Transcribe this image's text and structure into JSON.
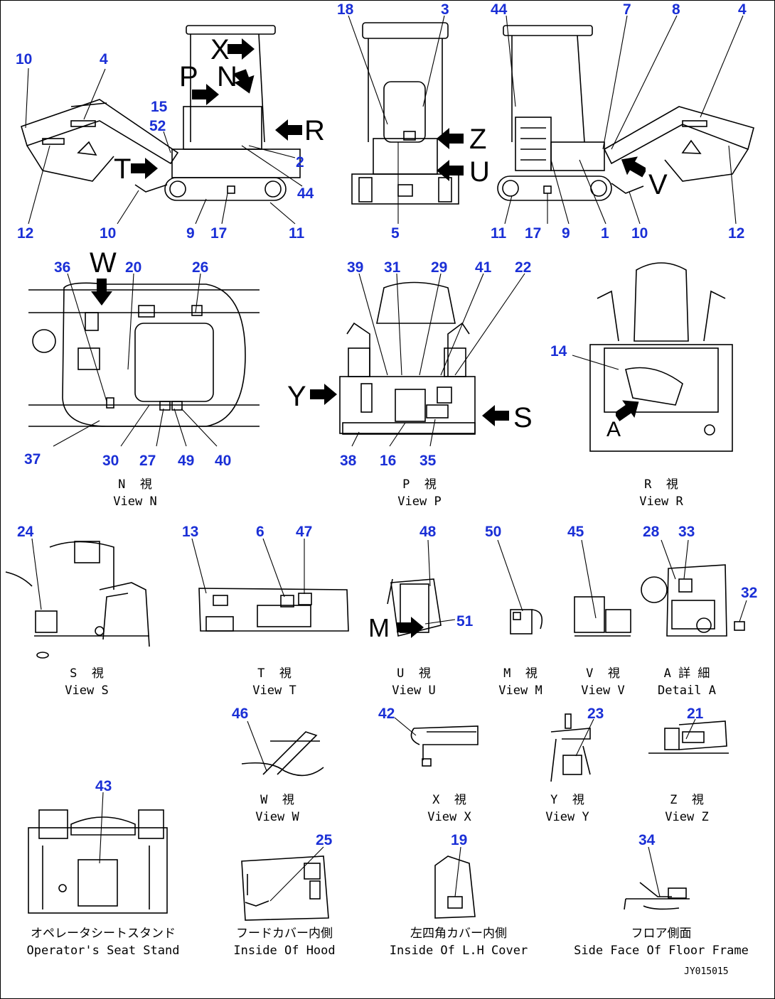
{
  "drawing_code": "JY015015",
  "letters": {
    "X": "X",
    "P": "P",
    "N": "N",
    "R": "R",
    "T": "T",
    "Z": "Z",
    "U": "U",
    "V": "V",
    "W": "W",
    "Y": "Y",
    "S": "S",
    "A": "A",
    "M": "M"
  },
  "captions": {
    "view_n": {
      "jp": "N  視",
      "en": "View N"
    },
    "view_p": {
      "jp": "P  視",
      "en": "View P"
    },
    "view_r": {
      "jp": "R  視",
      "en": "View R"
    },
    "view_s": {
      "jp": "S  視",
      "en": "View S"
    },
    "view_t": {
      "jp": "T  視",
      "en": "View T"
    },
    "view_u": {
      "jp": "U  視",
      "en": "View U"
    },
    "view_m": {
      "jp": "M  視",
      "en": "View M"
    },
    "view_v": {
      "jp": "V  視",
      "en": "View V"
    },
    "detail_a": {
      "jp": "A 詳 細",
      "en": "Detail A"
    },
    "view_w": {
      "jp": "W  視",
      "en": "View W"
    },
    "view_x": {
      "jp": "X  視",
      "en": "View X"
    },
    "view_y": {
      "jp": "Y  視",
      "en": "View Y"
    },
    "view_z": {
      "jp": "Z  視",
      "en": "View Z"
    },
    "seat_stand": {
      "jp": "オペレータシートスタンド",
      "en": "Operator's Seat Stand"
    },
    "hood": {
      "jp": "フードカバー内側",
      "en": "Inside Of Hood"
    },
    "lh_cover": {
      "jp": "左四角カバー内側",
      "en": "Inside Of L.H Cover"
    },
    "floor_frame": {
      "jp": "フロア側面",
      "en": "Side Face Of Floor Frame"
    }
  },
  "callouts": {
    "c1": "10",
    "c2": "4",
    "c3": "15",
    "c4": "52",
    "c5": "12",
    "c6": "10",
    "c7": "9",
    "c8": "17",
    "c9": "11",
    "c10": "2",
    "c11": "44",
    "c12": "18",
    "c13": "3",
    "c14": "5",
    "c15": "44",
    "c16": "7",
    "c17": "8",
    "c18": "4",
    "c19": "11",
    "c20": "17",
    "c21": "9",
    "c22": "1",
    "c23": "10",
    "c24": "12",
    "c25": "36",
    "c26": "20",
    "c27": "26",
    "c28": "37",
    "c29": "30",
    "c30": "27",
    "c31": "49",
    "c32": "40",
    "c33": "39",
    "c34": "31",
    "c35": "29",
    "c36": "41",
    "c37": "22",
    "c38": "38",
    "c39": "16",
    "c40": "35",
    "c41": "14",
    "c42": "24",
    "c43": "13",
    "c44": "6",
    "c45": "47",
    "c46": "48",
    "c47": "51",
    "c48": "50",
    "c49": "45",
    "c50": "28",
    "c51": "33",
    "c52": "32",
    "c53": "46",
    "c54": "42",
    "c55": "23",
    "c56": "21",
    "c57": "43",
    "c58": "25",
    "c59": "19",
    "c60": "34"
  }
}
